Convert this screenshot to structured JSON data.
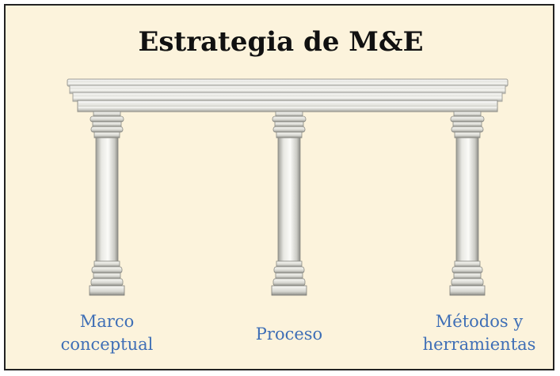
{
  "title": "Estrategia de M&E",
  "pillars": [
    {
      "line1": "Marco",
      "line2": "conceptual"
    },
    {
      "line1": "Proceso",
      "line2": ""
    },
    {
      "line1": "Métodos y",
      "line2": "herramientas"
    }
  ],
  "colors": {
    "background": "#fcf3dc",
    "border": "#222222",
    "label": "#3f6fb6",
    "stone_light": "#f6f6f2",
    "stone_shadow": "#8e8e88"
  }
}
